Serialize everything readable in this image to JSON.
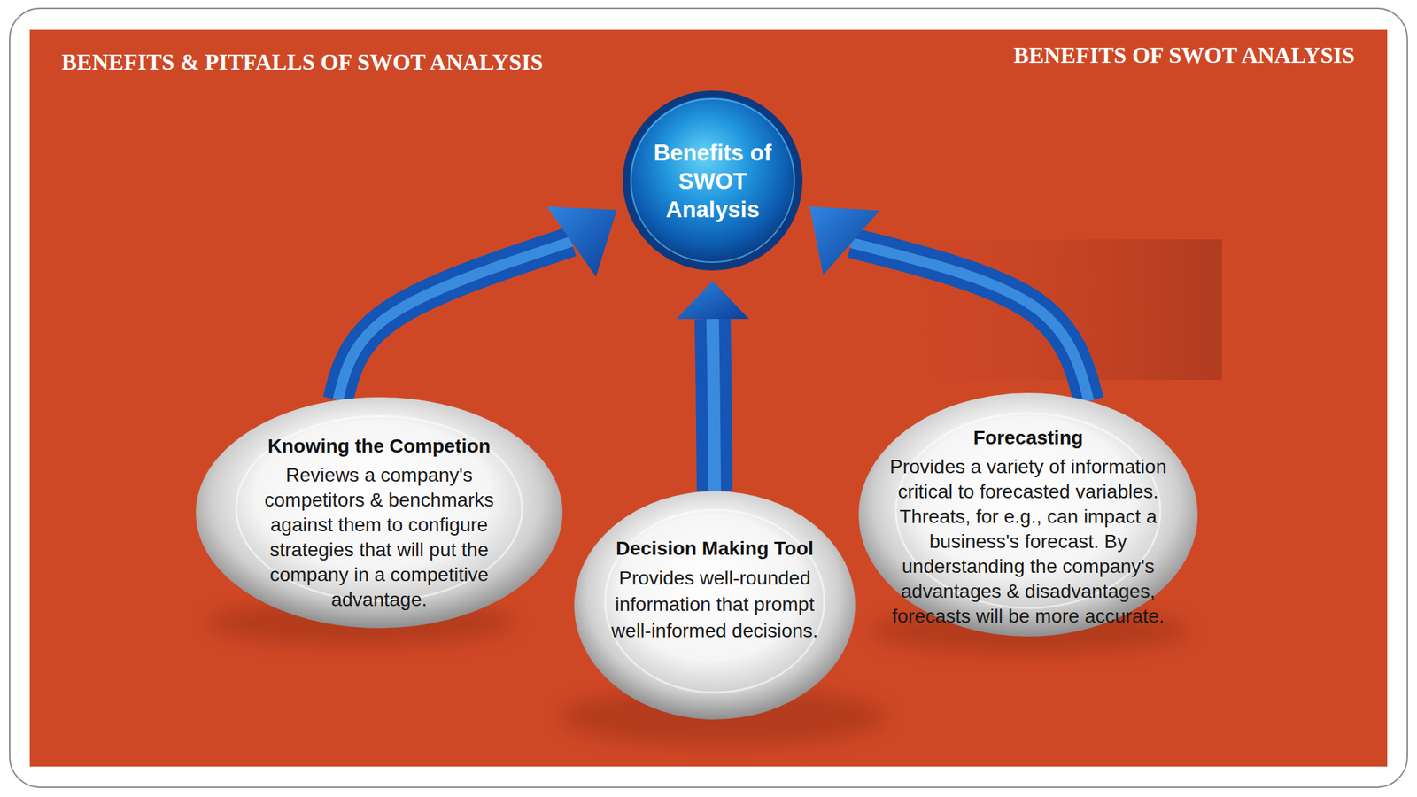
{
  "diagram": {
    "title": "BENEFITS & PITFALLS OF SWOT ANALYSIS",
    "nodes": [
      {
        "text": [
          "Benefits of SWOT Analysis"
        ]
      },
      {
        "text": [
          "Knowing the Competion",
          "Reviews a company's competitors & benchmarks against them to configure strategies that will put the company in a competitive advantage."
        ]
      },
      {
        "text": [
          "Decision Making Tool",
          "Provides well-rounded information that prompt well-informed decisions."
        ]
      },
      {
        "text": [
          "Forecasting",
          "Provides a variety of information critical to forecasted variables. Threats, for e.g., can impact a business's forecast. By understanding the company's advantages & disadvantages, forecasts will be more accurate."
        ]
      }
    ],
    "edges": [
      {
        "from": 1,
        "to": 0,
        "arrow": "to"
      },
      {
        "from": 2,
        "to": 0,
        "arrow": "to"
      },
      {
        "from": 3,
        "to": 0,
        "arrow": "to"
      }
    ],
    "labels": [
      "BENEFITS OF SWOT ANALYSIS"
    ]
  }
}
